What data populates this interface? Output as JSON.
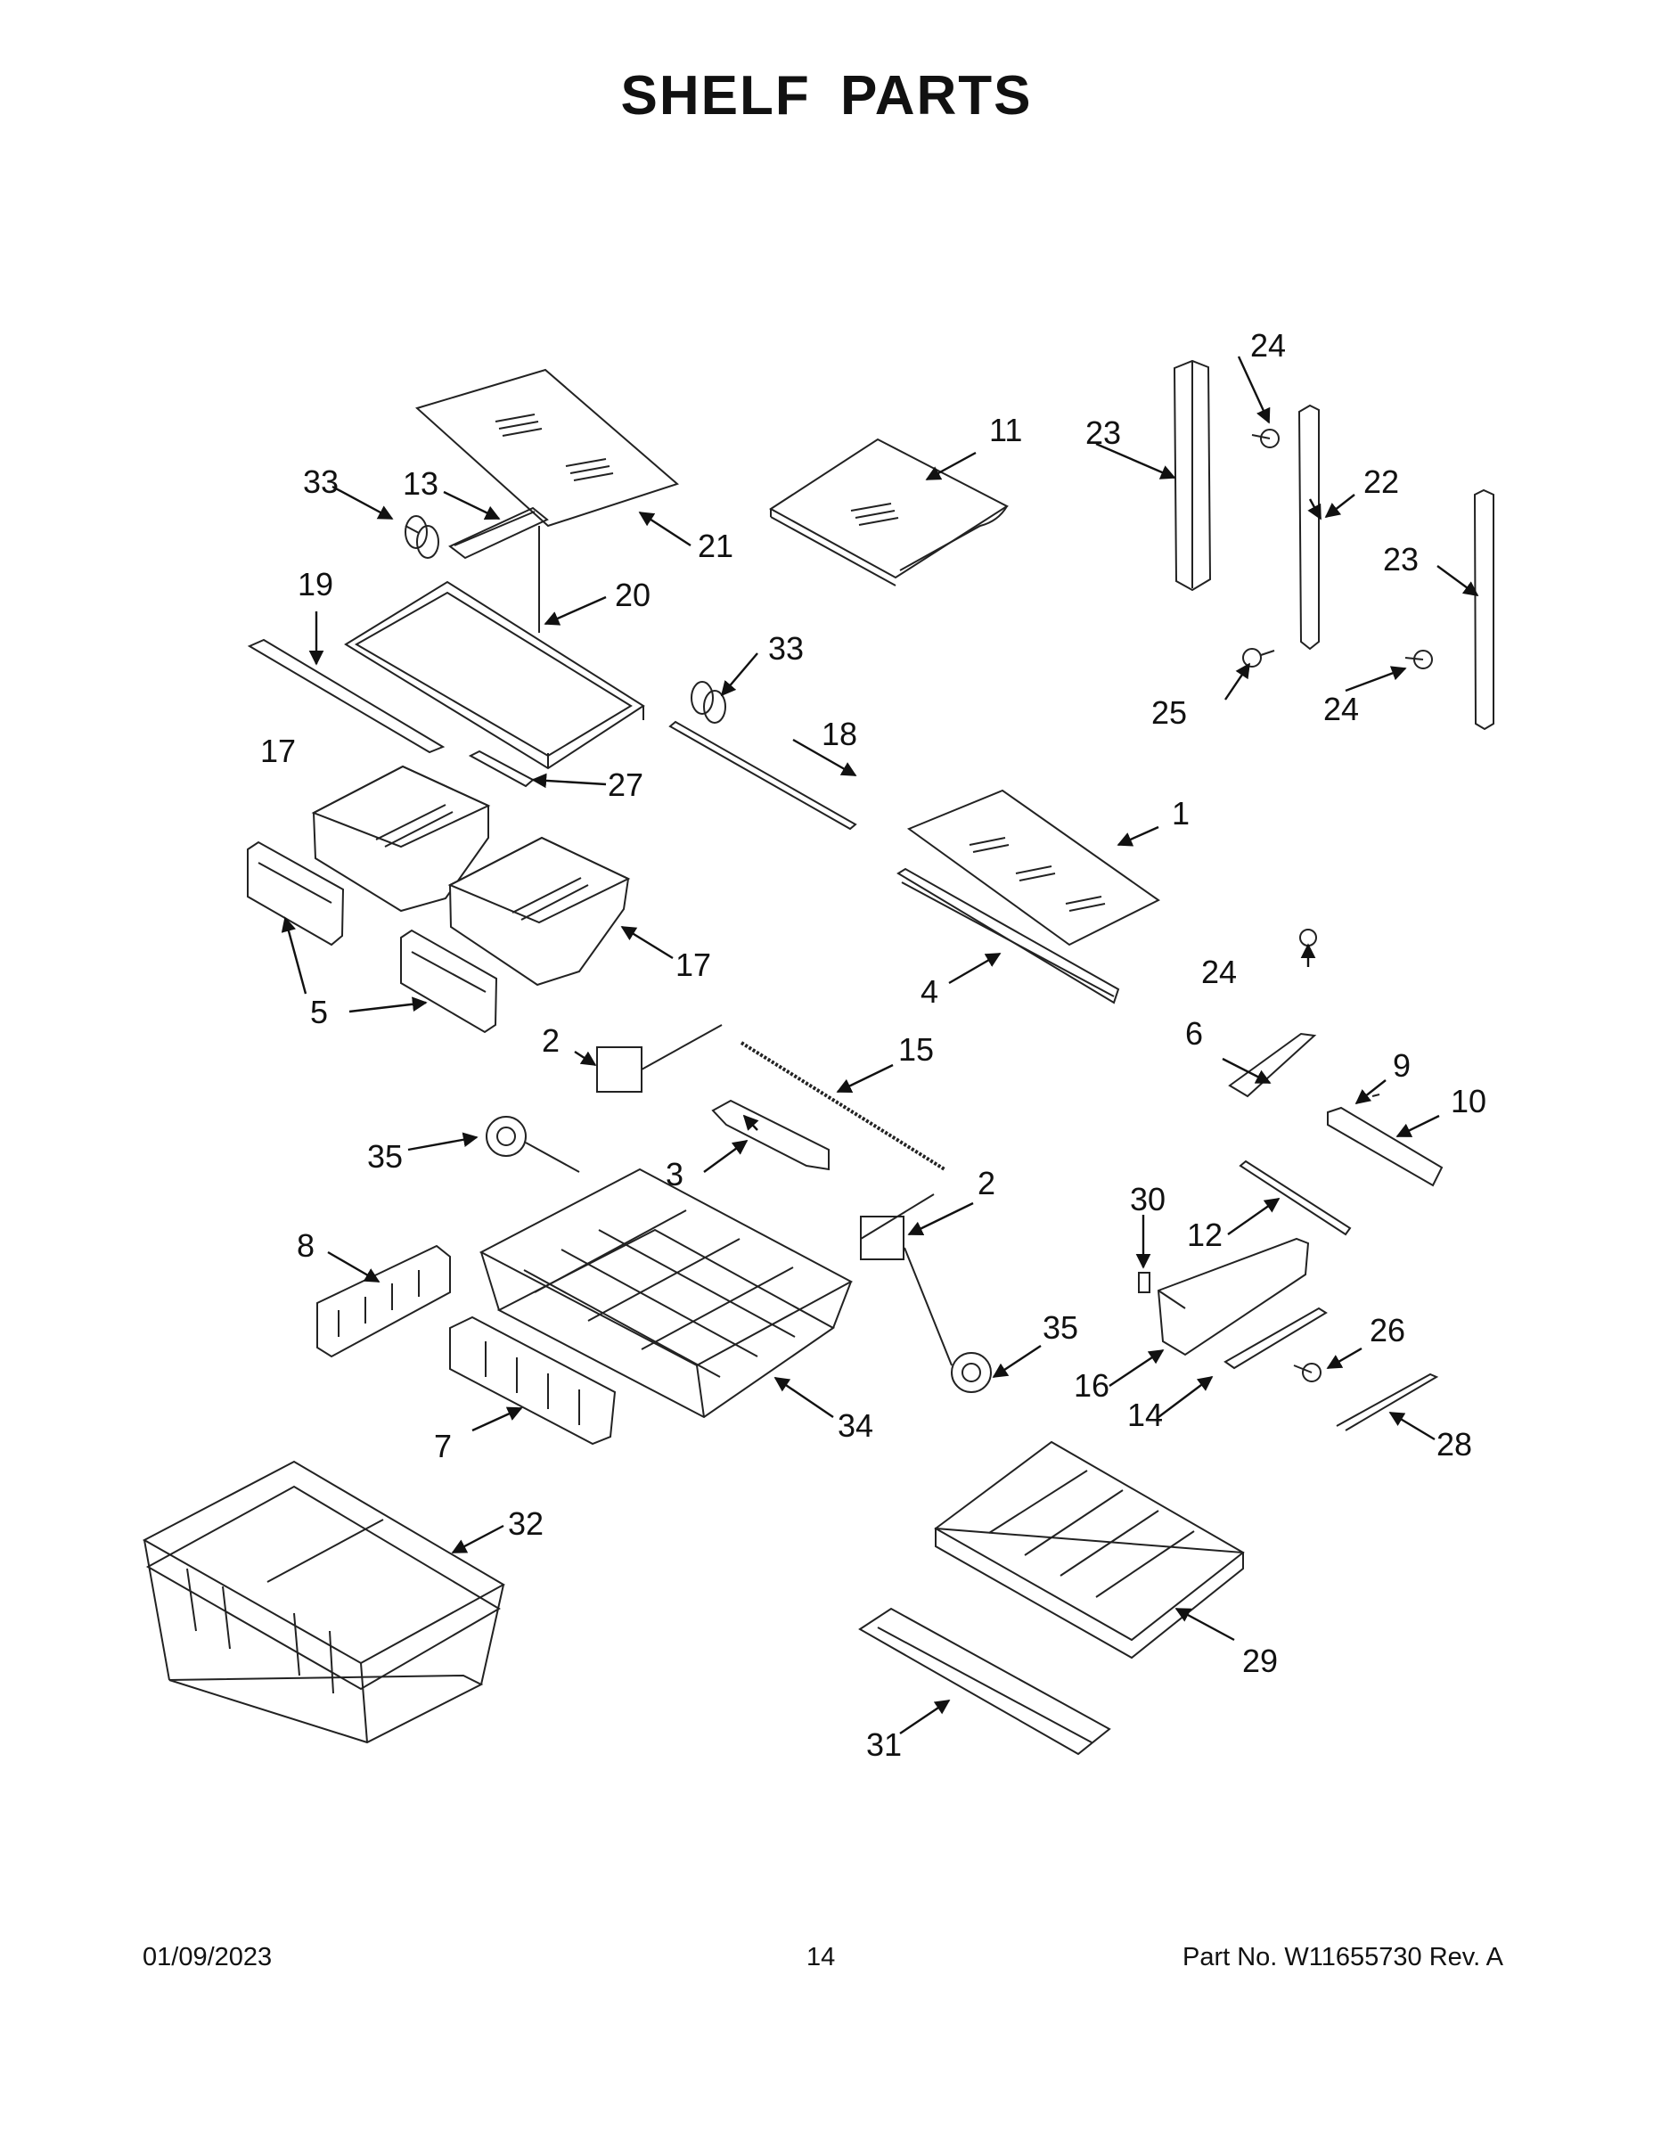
{
  "title": "SHELF PARTS",
  "footer": {
    "date": "01/09/2023",
    "page": "14",
    "part_no": "Part No.  W11655730  Rev.  A"
  },
  "callouts": [
    "1",
    "2",
    "2",
    "3",
    "4",
    "5",
    "6",
    "7",
    "8",
    "9",
    "10",
    "11",
    "12",
    "13",
    "14",
    "15",
    "16",
    "17",
    "17",
    "18",
    "19",
    "20",
    "21",
    "22",
    "23",
    "23",
    "24",
    "24",
    "24",
    "25",
    "26",
    "27",
    "28",
    "29",
    "30",
    "31",
    "32",
    "33",
    "33",
    "34",
    "35",
    "35"
  ]
}
